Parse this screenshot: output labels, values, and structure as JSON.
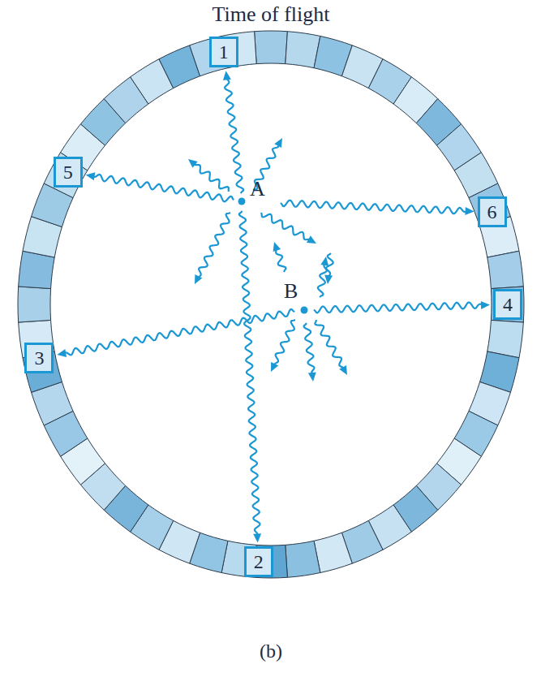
{
  "diagram": {
    "title": "Time of flight",
    "caption": "(b)",
    "nodes": [
      {
        "text": [
          "1"
        ]
      },
      {
        "text": [
          "5"
        ]
      },
      {
        "text": [
          "6"
        ]
      },
      {
        "text": [
          "4"
        ]
      },
      {
        "text": [
          "3"
        ]
      },
      {
        "text": [
          "2"
        ]
      }
    ],
    "labels": [
      "A",
      "B"
    ]
  }
}
